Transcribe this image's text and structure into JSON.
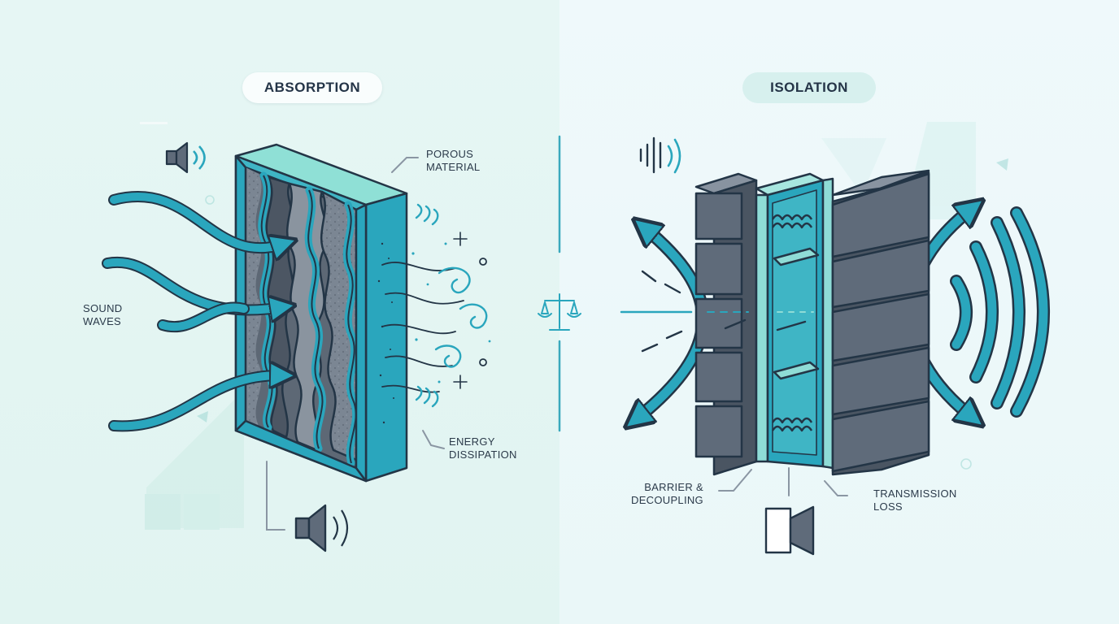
{
  "panels": {
    "absorption": {
      "title": "ABSORPTION",
      "labels": {
        "porous_material": [
          "POROUS",
          "MATERIAL"
        ],
        "sound_waves": [
          "SOUND",
          "WAVES"
        ],
        "energy_dissipation": [
          "ENERGY",
          "DISSIPATION"
        ]
      }
    },
    "isolation": {
      "title": "ISOLATION",
      "labels": {
        "barrier_decoupling": [
          "BARRIER &",
          "DECOUPLING"
        ],
        "transmission_loss": [
          "TRANSMISSION",
          "LOSS"
        ]
      }
    }
  },
  "colors": {
    "teal": "#2aa6bd",
    "teal_light": "#8fdcd6",
    "outline": "#233546",
    "gray_block": "#5f6b7a",
    "gray_foam": "#7a8592",
    "bg_left": "#e3f5f2",
    "bg_right": "#eef9fa"
  },
  "icons": [
    "speaker-icon",
    "balance-scale-icon",
    "spring-icon",
    "swirl-icon",
    "sparkle-icon"
  ]
}
